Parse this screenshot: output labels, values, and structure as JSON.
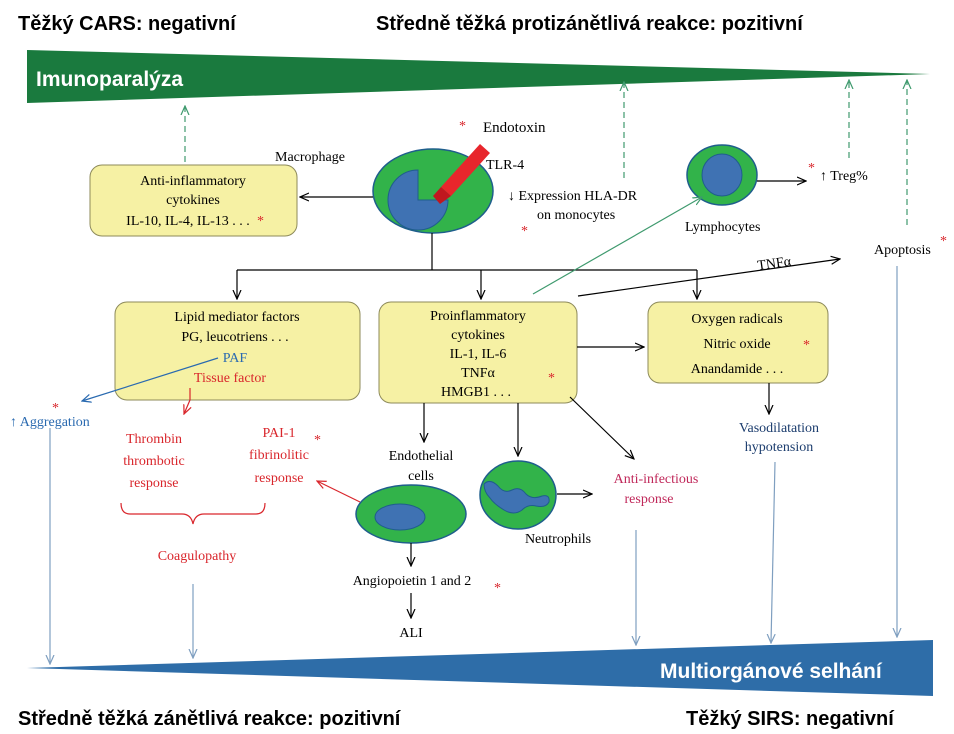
{
  "headers": {
    "top_left": "Těžký CARS: negativní",
    "top_right": "Středně těžká protizánětlivá reakce: pozitivní",
    "bottom_left": "Středně těžká zánětlivá reakce: pozitivní",
    "bottom_right": "Těžký SIRS: negativní"
  },
  "bands": {
    "top": "Imunoparalýza",
    "bottom": "Multiorgánové selhání"
  },
  "nodes": {
    "endotoxin": "Endotoxin",
    "macrophage": "Macrophage",
    "tlr4": "TLR-4",
    "hla_line1": "↓ Expression HLA-DR",
    "hla_line2": "on monocytes",
    "lymphocytes": "Lymphocytes",
    "treg": "↑ Treg%",
    "apoptosis": "Apoptosis",
    "tnf_alpha": "TNFα",
    "anti_inflam": {
      "line1": "Anti-inflammatory",
      "line2": "cytokines",
      "line3": "IL-10, IL-4, IL-13 . . ."
    },
    "lipid": {
      "line1": "Lipid mediator factors",
      "line2": "PG, leucotriens . . ."
    },
    "paf": "PAF",
    "tissue_factor": "Tissue factor",
    "proinflam": {
      "line1": "Proinflammatory",
      "line2": "cytokines",
      "line3": "IL-1, IL-6",
      "line4": "TNFα",
      "line5": "HMGB1 . . ."
    },
    "oxygen": {
      "line1": "Oxygen radicals",
      "line2": "Nitric oxide",
      "line3": "Anandamide . . ."
    },
    "aggregation": "↑ Aggregation",
    "thrombin": {
      "line1": "Thrombin",
      "line2": "thrombotic",
      "line3": "response"
    },
    "pai": {
      "line1": "PAI-1",
      "line2": "fibrinolitic",
      "line3": "response"
    },
    "endothelial": {
      "line1": "Endothelial",
      "line2": "cells"
    },
    "anti_infectious": {
      "line1": "Anti-infectious",
      "line2": "response"
    },
    "vasodilatation": {
      "line1": "Vasodilatation",
      "line2": "hypotension"
    },
    "neutrophils": "Neutrophils",
    "coagulopathy": "Coagulopathy",
    "angiopoietin": "Angiopoietin 1 and 2",
    "ali": "ALI"
  },
  "marker": "*",
  "colors": {
    "band_top": "#1a7a3e",
    "band_bottom": "#2e6da8",
    "box_fill": "#f6f1a4",
    "cell_green": "#32b34a",
    "nucleus_blue": "#3f72b3",
    "red_text": "#d9262c",
    "blue_text": "#2a6ab0",
    "green_arrow": "#3f9a6e",
    "gray_arrow": "#7f9fc0"
  }
}
